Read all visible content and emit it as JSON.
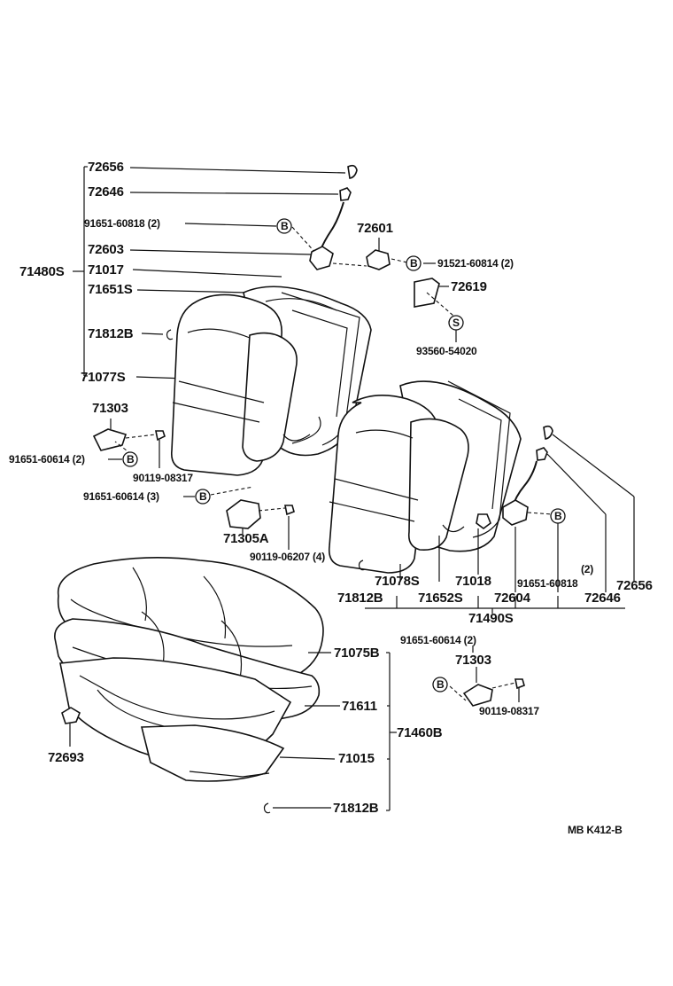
{
  "labels": {
    "p72656_top": "72656",
    "p72646_top": "72646",
    "p91651_60818_top": "91651-60818 (2)",
    "p72603": "72603",
    "p71017_top": "71017",
    "p71651s": "71651S",
    "p71812b_left": "71812B",
    "p71077s": "71077S",
    "p71480s": "71480S",
    "p72601": "72601",
    "p91521": "91521-60814 (2)",
    "p72619": "72619",
    "p93560": "93560-54020",
    "p71303_top": "71303",
    "p91651_60614_2_top": "91651-60614 (2)",
    "p90119_08317_top": "90119-08317",
    "p91651_60614_3": "91651-60614 (3)",
    "p71305a": "71305A",
    "p90119_06207": "90119-06207 (4)",
    "p71078s": "71078S",
    "p71018": "71018",
    "p91651_60818_right": "91651-60818",
    "p2_right": "(2)",
    "p72656_right": "72656",
    "p71812b_mid": "71812B",
    "p71652s": "71652S",
    "p72604": "72604",
    "p72646_right": "72646",
    "p71490s": "71490S",
    "p71075b": "71075B",
    "p91651_60614_2_bot": "91651-60614 (2)",
    "p71303_bot": "71303",
    "p90119_08317_bot": "90119-08317",
    "p71611": "71611",
    "p71460b": "71460B",
    "p72693": "72693",
    "p71015": "71015",
    "p71812b_bot": "71812B",
    "code": "MB  K412-B"
  },
  "callouts": {
    "b": "B",
    "s": "S"
  }
}
